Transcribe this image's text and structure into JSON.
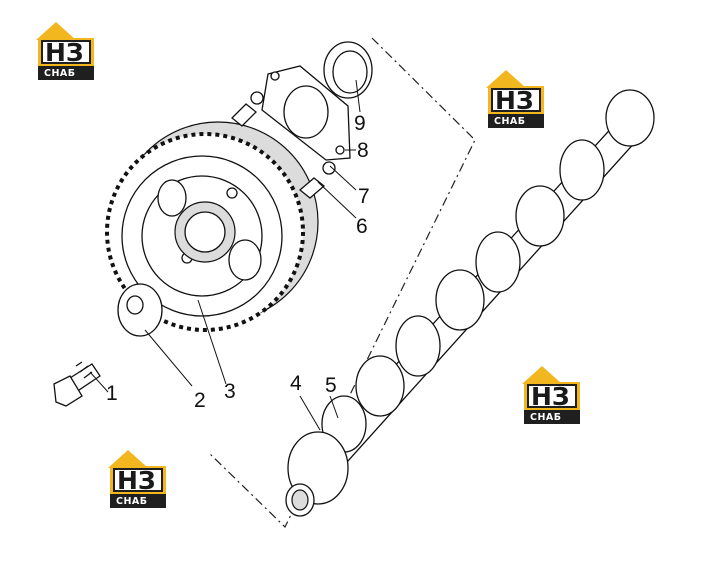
{
  "logo": {
    "mark": "НЗ",
    "sub": "СНАБ",
    "colors": {
      "roof": "#f2b61f",
      "dark": "#1f1f1f",
      "light": "#ffffff"
    }
  },
  "callouts": [
    {
      "id": "1",
      "label": "1"
    },
    {
      "id": "2",
      "label": "2"
    },
    {
      "id": "3",
      "label": "3"
    },
    {
      "id": "4",
      "label": "4"
    },
    {
      "id": "5",
      "label": "5"
    },
    {
      "id": "6",
      "label": "6"
    },
    {
      "id": "7",
      "label": "7"
    },
    {
      "id": "8",
      "label": "8"
    },
    {
      "id": "9",
      "label": "9"
    }
  ]
}
